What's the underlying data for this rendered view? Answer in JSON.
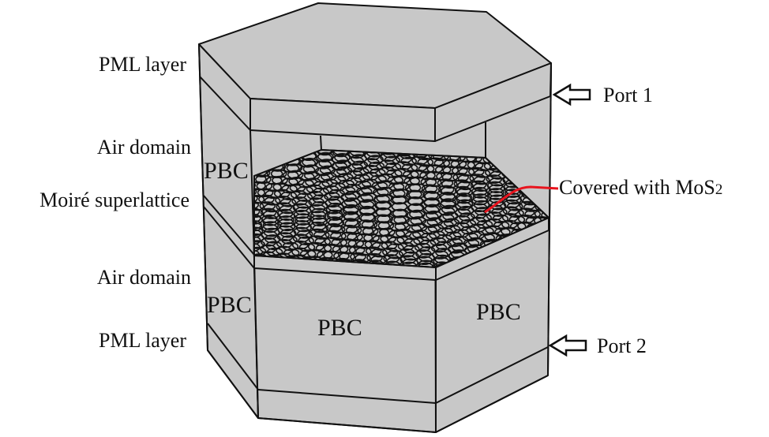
{
  "figure": {
    "description": "3D unit cell of a moiré superlattice simulation domain (hexagonal prism)",
    "left_labels": {
      "pml_top": "PML layer",
      "air_top": "Air domain",
      "moire": "Moiré superlattice",
      "air_bottom": "Air domain",
      "pml_bottom": "PML layer"
    },
    "face_labels": {
      "pbc_left_upper": "PBC",
      "pbc_left_lower": "PBC",
      "pbc_front": "PBC",
      "pbc_right": "PBC"
    },
    "ports": {
      "port1": "Port 1",
      "port2": "Port 2"
    },
    "annotation": {
      "text": "Covered with MoS",
      "subscript": "2",
      "leader_color": "#e8141e"
    },
    "colors": {
      "face_fill": "#c8c8c8",
      "edge": "#111111",
      "background": "#ffffff"
    },
    "icons": {
      "port_arrow": "hollow-left-arrow-icon"
    }
  }
}
